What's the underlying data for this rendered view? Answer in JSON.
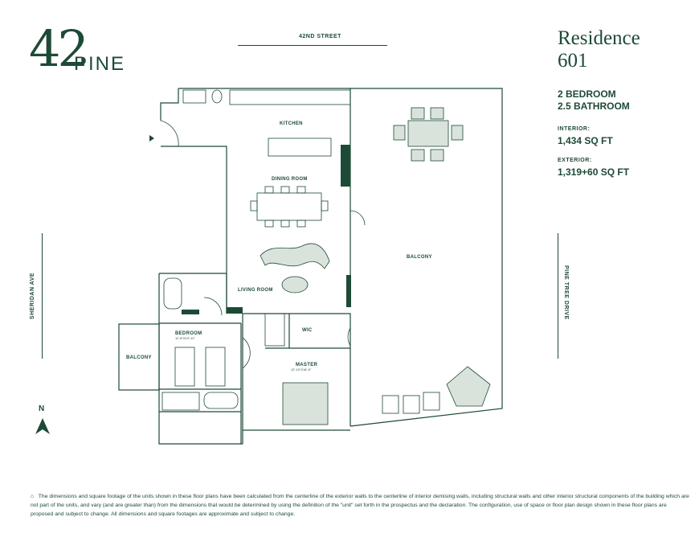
{
  "brand": {
    "number": "42",
    "name": "PINE"
  },
  "residence": {
    "title_line1": "Residence",
    "title_line2": "601",
    "bedrooms": "2 BEDROOM",
    "bathrooms": "2.5 BATHROOM"
  },
  "interior": {
    "label": "INTERIOR:",
    "value": "1,434 SQ FT"
  },
  "exterior": {
    "label": "EXTERIOR:",
    "value": "1,319+60 SQ FT"
  },
  "streets": {
    "top": "42ND STREET",
    "left": "SHERIDAN AVE",
    "right": "PINE TREE DRIVE"
  },
  "rooms": {
    "kitchen": "KITCHEN",
    "dining": "DINING ROOM",
    "living": "LIVING ROOM",
    "balcony_main": "BALCONY",
    "balcony_side": "BALCONY",
    "bedroom": "BEDROOM",
    "bedroom_dim": "11'-8\"X13'-11\"",
    "master": "MASTER",
    "master_dim": "12'-10\"X16'-6\"",
    "wic": "WIC"
  },
  "compass": {
    "letter": "N"
  },
  "disclaimer": "The dimensions and square footage of the units shown in these floor plans have been calculated from the centerline of the exterior walls to the centerline of interior demising walls, including structural walls and other interior structural components of the building which are not part of the units, and vary (and are greater than) from the dimensions that would be determined by using the definition of the \"unit\" set forth in the prospectus and the declaration. The configuration, use of space or floor plan design shown in these floor plans are proposed and subject to change. All dimensions and square footages are approximate and subject to change.",
  "colors": {
    "brand_green": "#1d4a36",
    "wall": "#1d4a36",
    "furniture_fill": "#d9e3dc"
  }
}
